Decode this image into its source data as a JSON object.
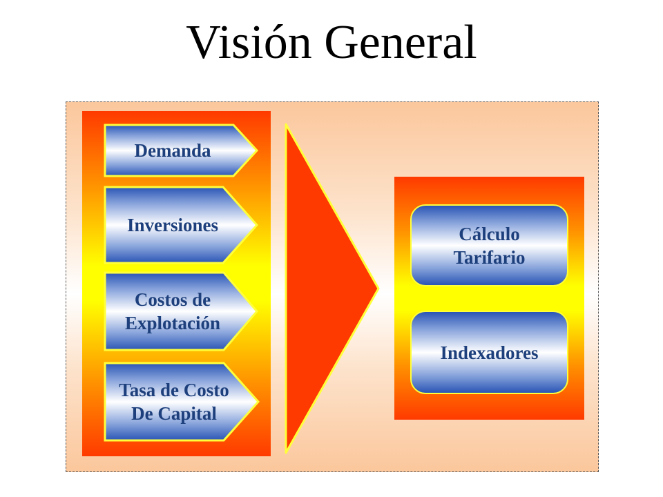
{
  "title": "Visión General",
  "inputs": [
    {
      "line1": "Demanda",
      "line2": ""
    },
    {
      "line1": "Inversiones",
      "line2": ""
    },
    {
      "line1": "Costos de",
      "line2": "Explotación"
    },
    {
      "line1": "Tasa de Costo",
      "line2": "De Capital"
    }
  ],
  "outputs": [
    {
      "line1": "Cálculo",
      "line2": "Tarifario"
    },
    {
      "line1": "Indexadores",
      "line2": ""
    }
  ],
  "colors": {
    "accent_orange": "#ff3a00",
    "accent_yellow": "#ffff00",
    "text_blue": "#1d3f7c"
  }
}
